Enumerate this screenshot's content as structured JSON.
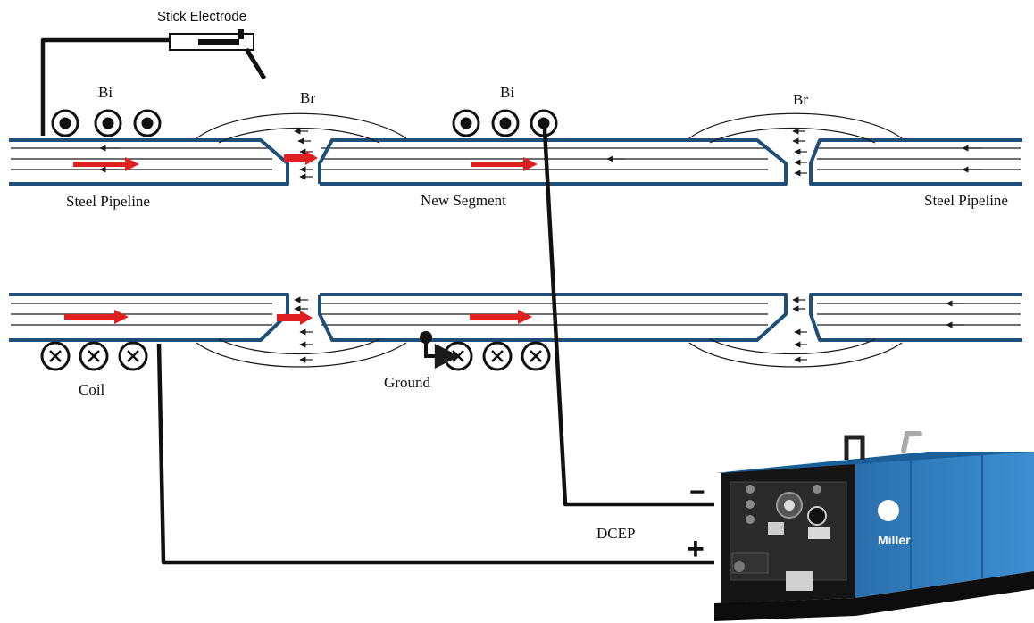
{
  "labels": {
    "stick_electrode": "Stick Electrode",
    "bi_left": "Bi",
    "bi_center": "Bi",
    "br_left": "Br",
    "br_right": "Br",
    "steel_pipeline_left": "Steel Pipeline",
    "new_segment": "New Segment",
    "steel_pipeline_right": "Steel Pipeline",
    "coil": "Coil",
    "ground": "Ground",
    "dcep": "DCEP",
    "minus": "−",
    "plus": "+",
    "welder_brand": "Miller"
  },
  "colors": {
    "pipe_wall": "#1f4e79",
    "flux_line": "#1a1a1a",
    "arrow_red": "#e02020",
    "cable": "#111111",
    "welder_body": "#2f7fc1",
    "welder_dark": "#1c1c1c"
  }
}
